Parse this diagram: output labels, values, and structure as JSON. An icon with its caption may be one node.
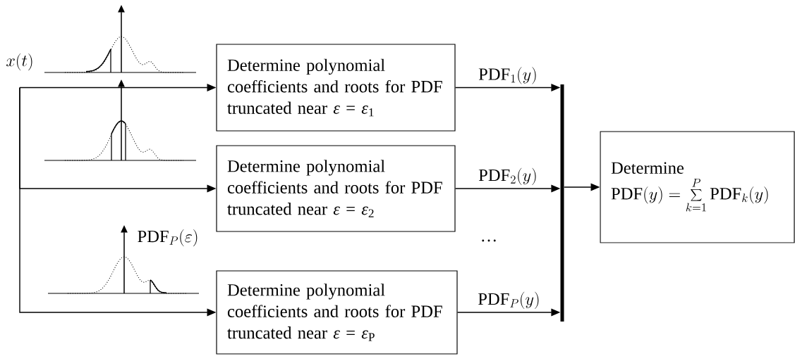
{
  "diagram": {
    "nodes": [
      {
        "text": [
          "x(t)"
        ]
      },
      {
        "text": [
          "Determine polynomial coefficients and roots for PDF truncated near *ε* = *ε*$_{1}$"
        ]
      },
      {
        "text": [
          "Determine polynomial coefficients and roots for PDF truncated near *ε* = *ε*$_{2}$"
        ]
      },
      {
        "text": [
          "Determine polynomial coefficients and roots for PDF truncated near *ε* = *ε*$_{P}$"
        ]
      },
      {
        "text": [],
        "shape": "bar"
      },
      {
        "text": [
          "Determine",
          "\\mathrm{PDF}(y)=\\sum_{k=1}^{P}\\mathrm{PDF}_{k}(y)"
        ]
      }
    ],
    "edges": [
      {
        "from": 0,
        "to": 1,
        "arrow": "to"
      },
      {
        "from": 0,
        "to": 2,
        "arrow": "to"
      },
      {
        "from": 0,
        "to": 3,
        "arrow": "to"
      },
      {
        "from": 1,
        "to": 4,
        "arrow": "to",
        "label": "\\mathrm{PDF}_{1}(y)"
      },
      {
        "from": 2,
        "to": 4,
        "arrow": "to",
        "label": "\\mathrm{PDF}_{2}(y)"
      },
      {
        "from": 3,
        "to": 4,
        "arrow": "to",
        "label": "\\mathrm{PDF}_{P}(y)"
      },
      {
        "from": 4,
        "to": 5,
        "arrow": "to"
      }
    ],
    "labels": [
      "\\mathrm{PDF}_{P}(\\varepsilon)",
      "…"
    ]
  }
}
